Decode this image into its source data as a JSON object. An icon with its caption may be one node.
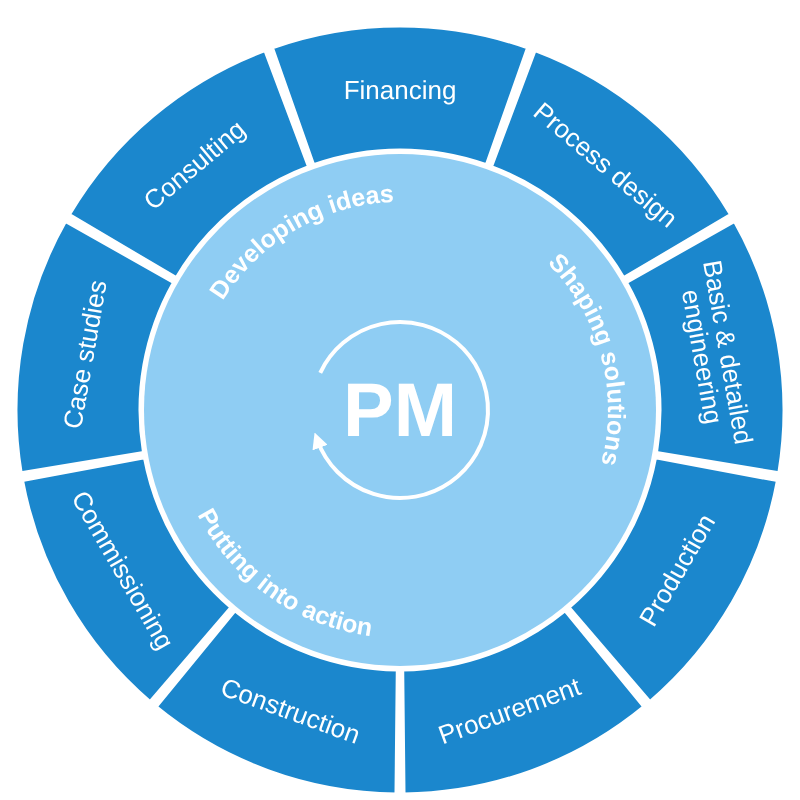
{
  "diagram": {
    "nodes": [
      {
        "text": [
          "Developing ideas",
          "Shaping solutions",
          "PM",
          "Putting into action"
        ]
      },
      {
        "text": [
          "Financing"
        ]
      },
      {
        "text": [
          "Process design"
        ]
      },
      {
        "text": [
          "Basic & detailed engineering"
        ]
      },
      {
        "text": [
          "Production"
        ]
      },
      {
        "text": [
          "Procurement"
        ]
      },
      {
        "text": [
          "Construction"
        ]
      },
      {
        "text": [
          "Commissioning"
        ]
      },
      {
        "text": [
          "Case studies"
        ]
      },
      {
        "text": [
          "Consulting"
        ]
      }
    ]
  }
}
